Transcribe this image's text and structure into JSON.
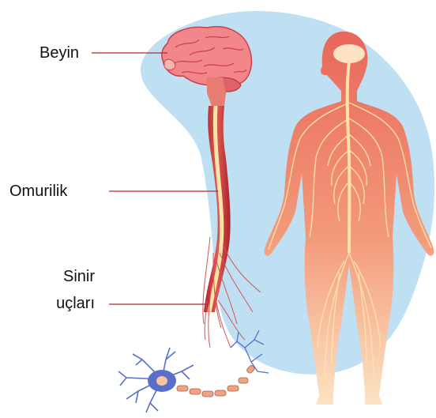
{
  "labels": {
    "brain": "Beyin",
    "spinal_cord": "Omurilik",
    "nerve_endings_line1": "Sinir",
    "nerve_endings_line2": "uçları"
  },
  "colors": {
    "background_blob": "#bfe0f2",
    "pointer_line": "#b52a35",
    "body_top": "#e8675a",
    "body_bottom": "#fbe3c4",
    "nerves": "#fde2a8",
    "brain": "#f2868a",
    "spinal_cord": "#c9403f",
    "neuron": "#5a6fc9"
  }
}
